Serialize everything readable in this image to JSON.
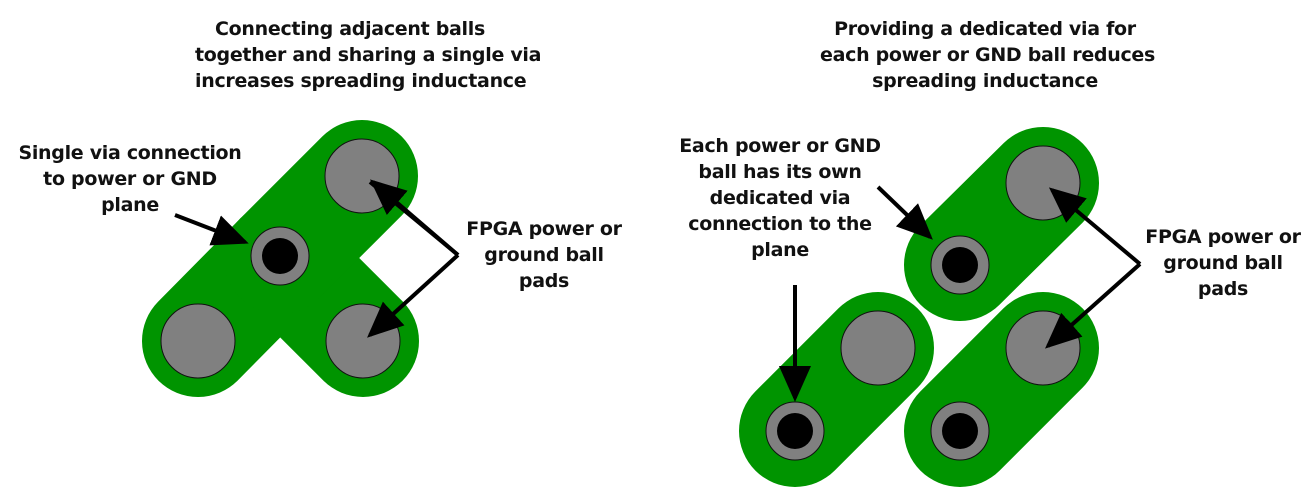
{
  "colors": {
    "board_green": "#009400",
    "pad_gray": "#808080",
    "via_hole": "#000000",
    "outline": "#111111",
    "arrow": "#000000"
  },
  "left_panel": {
    "title_lines": [
      "Connecting adjacent balls",
      "together and sharing a single via",
      "increases spreading inductance"
    ],
    "via_label_lines": [
      "Single via connection",
      "to power or GND",
      "plane"
    ],
    "pad_label_lines": [
      "FPGA power or",
      "ground ball",
      "pads"
    ]
  },
  "right_panel": {
    "title_lines": [
      "Providing a dedicated via for",
      "each power or GND ball reduces",
      "spreading inductance"
    ],
    "via_label_lines": [
      "Each power or GND",
      "ball has its own",
      "dedicated via",
      "connection to the",
      "plane"
    ],
    "pad_label_lines": [
      "FPGA power or",
      "ground ball",
      "pads"
    ]
  }
}
